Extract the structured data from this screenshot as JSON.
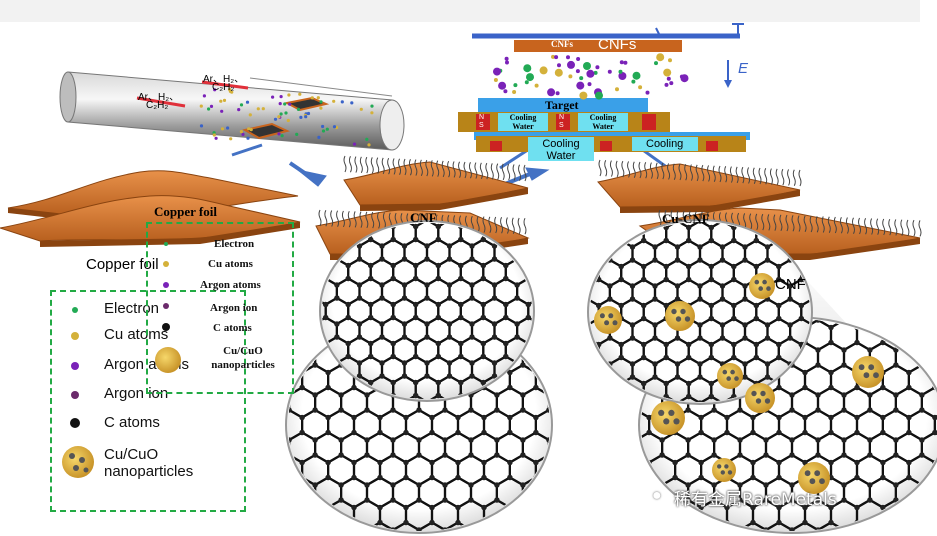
{
  "colors": {
    "copper": "#d9782e",
    "copper_dark": "#a9531a",
    "legend_border": "#22aa44",
    "electron": "#22aa55",
    "cu_atom": "#d4b13a",
    "argon_atom": "#7a22b8",
    "argon_ion": "#6b2a6b",
    "c_atom": "#111111",
    "target_blue": "#3aa0e8",
    "cooling_cyan": "#6fe0f0",
    "magnet_brown": "#b88418",
    "cnf_band": "#c8641e"
  },
  "tube": {
    "gas_label_1": "Ar、H₂、",
    "gas_label_2": "C₂H₂",
    "gas_label_3": "Ar、H₂、",
    "gas_label_4": "C₂H₂"
  },
  "foil_labels": {
    "copper_foil_serif": "Copper foil",
    "copper_foil_sans": "Copper foil",
    "cnf_center": "CNF",
    "cu_cnf": "Cu-CNF",
    "cnf_right_partial": "CNF"
  },
  "sputter": {
    "cnfs_label_small": "CNFs",
    "cnfs_label_large": "CNFs",
    "target_label": "Target",
    "cooling_water_small_1": "Cooling Water",
    "cooling_water_small_2": "Cooling Water",
    "cooling_water_large": "Cooling Water",
    "cooling_large_right": "Cooling",
    "e_field_label": "E",
    "magnet_n": "N",
    "magnet_s": "S"
  },
  "legend_small": {
    "items": [
      "Electron",
      "Cu atoms",
      "Argon atoms",
      "Argon ion",
      "C atoms",
      "Cu/CuO nanoparticles"
    ]
  },
  "legend_large": {
    "items": [
      "Electron",
      "Cu atoms",
      "Argon atoms",
      "Argon ion",
      "C atoms",
      "Cu/CuO nanoparticles"
    ]
  },
  "watermark": "稀有金属RareMetals"
}
